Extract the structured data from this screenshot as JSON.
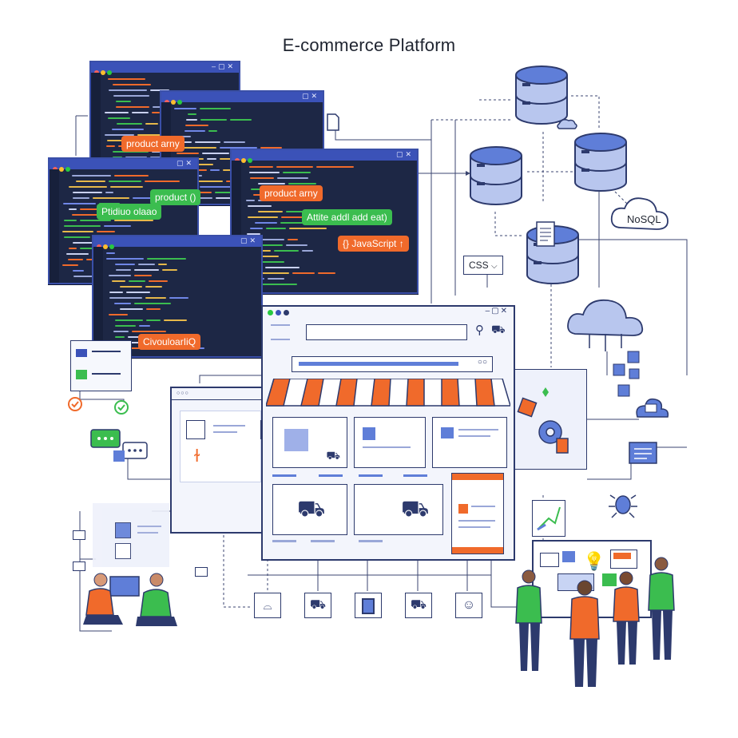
{
  "title": "E-commerce Platform",
  "code_tags": {
    "tag1": "product arny",
    "tag2": "product ()",
    "tag3": "Ptidiuo olaao",
    "tag4": "product arny",
    "tag5": "Attite addl add eat)",
    "tag6": "{} JavaScript ↑",
    "tag7": "ϹivouloarIiQ"
  },
  "labels": {
    "css": "CSS",
    "nosql": "NoSQL"
  },
  "colors": {
    "accent_orange": "#f06a2b",
    "accent_green": "#3bbd4f",
    "accent_blue": "#3b52b8",
    "navy": "#2d3a6d"
  },
  "icons": [
    "cart-icon",
    "search-icon",
    "database-icon",
    "cloud-icon",
    "bug-icon",
    "chat-icon",
    "user-icon",
    "gear-icon"
  ]
}
